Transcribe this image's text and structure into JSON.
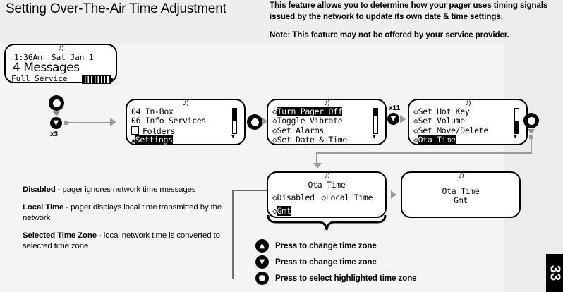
{
  "page": {
    "title": "Setting Over-The-Air Time Adjustment",
    "number": "33"
  },
  "intro": {
    "paragraph1": "This feature allows you to determine how your pager uses timing signals issued by the network to update its own date & time settings.",
    "paragraph2": "Note: This feature may not be offered by your service provider."
  },
  "screens": {
    "standby": {
      "name": "standby-screen",
      "status_line": "1:36Am  Sat Jan 1",
      "message_count": "4 Messages",
      "service": "Full Service",
      "signal_icon": "signal-strength-icon",
      "alert_icon": "speaker-icon"
    },
    "main_menu": {
      "name": "main-menu-screen",
      "rows": [
        {
          "prefix": "04 ",
          "label": "In-Box",
          "highlighted": false,
          "icon": ""
        },
        {
          "prefix": "06 ",
          "label": "Info Services",
          "highlighted": false,
          "icon": ""
        },
        {
          "prefix": "",
          "label": "Folders",
          "highlighted": false,
          "icon": "folder-icon"
        },
        {
          "prefix": "",
          "label": "Settings",
          "highlighted": true,
          "icon": "gear-icon"
        }
      ]
    },
    "settings_page1": {
      "name": "settings-menu-page-1",
      "rows": [
        {
          "prefix": "◇",
          "label": "Turn Pager Off",
          "highlighted": true
        },
        {
          "prefix": "◇",
          "label": "Toggle Vibrate",
          "highlighted": false
        },
        {
          "prefix": "◇",
          "label": "Set Alarms",
          "highlighted": false
        },
        {
          "prefix": "◇",
          "label": "Set Date & Time",
          "highlighted": false
        }
      ]
    },
    "settings_page2": {
      "name": "settings-menu-page-2",
      "rows": [
        {
          "prefix": "◇",
          "label": "Set Hot Key",
          "highlighted": false
        },
        {
          "prefix": "◇",
          "label": "Set Volume",
          "highlighted": false
        },
        {
          "prefix": "◇",
          "label": "Set Move/Delete",
          "highlighted": false
        },
        {
          "prefix": "◇",
          "label": "Ota Time",
          "highlighted": true
        }
      ]
    },
    "ota_list": {
      "name": "ota-time-options-screen",
      "header": "Ota Time",
      "rows": [
        {
          "prefix": "◇",
          "label": "Disabled",
          "highlighted": false
        },
        {
          "prefix": "◇",
          "label": "Local Time",
          "highlighted": false
        },
        {
          "prefix": "◇",
          "label": "Gmt",
          "highlighted": true
        }
      ]
    },
    "ota_confirm": {
      "name": "ota-time-confirm-screen",
      "line1": "Ota Time",
      "line2": "Gmt"
    }
  },
  "flow_buttons": {
    "select_after_standby": {
      "icon": "select-button-icon",
      "label": ""
    },
    "down_after_standby": {
      "icon": "down-arrow-button-icon",
      "repeat": "x3"
    },
    "select_to_settings": {
      "icon": "select-button-icon"
    },
    "down_to_page2": {
      "icon": "down-arrow-button-icon",
      "repeat": "x11"
    },
    "select_to_ota": {
      "icon": "select-button-icon"
    }
  },
  "descriptions": [
    {
      "term": "Disabled",
      "text": " - pager ignores network time messages"
    },
    {
      "term": "Local Time",
      "text": " - pager displays local time transmitted by the network"
    },
    {
      "term": "Selected Time Zone",
      "text": " - local network time is converted to selected time zone"
    }
  ],
  "legend": [
    {
      "icon": "up-arrow-button-icon",
      "glyph": "▲",
      "text": "Press to change time zone"
    },
    {
      "icon": "down-arrow-button-icon",
      "glyph": "▼",
      "text": "Press to change time zone"
    },
    {
      "icon": "select-button-icon",
      "glyph": "",
      "text": "Press to select highlighted time zone"
    }
  ]
}
